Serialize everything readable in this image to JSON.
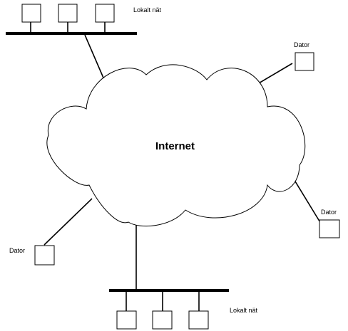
{
  "cloud": {
    "label": "Internet"
  },
  "networks": {
    "top": {
      "label": "Lokalt nät"
    },
    "bottom": {
      "label": "Lokalt nät"
    }
  },
  "computers": {
    "top_right": {
      "label": "Dator"
    },
    "right": {
      "label": "Dator"
    },
    "left": {
      "label": "Dator"
    }
  },
  "colors": {
    "line": "#000000",
    "background": "#ffffff"
  }
}
